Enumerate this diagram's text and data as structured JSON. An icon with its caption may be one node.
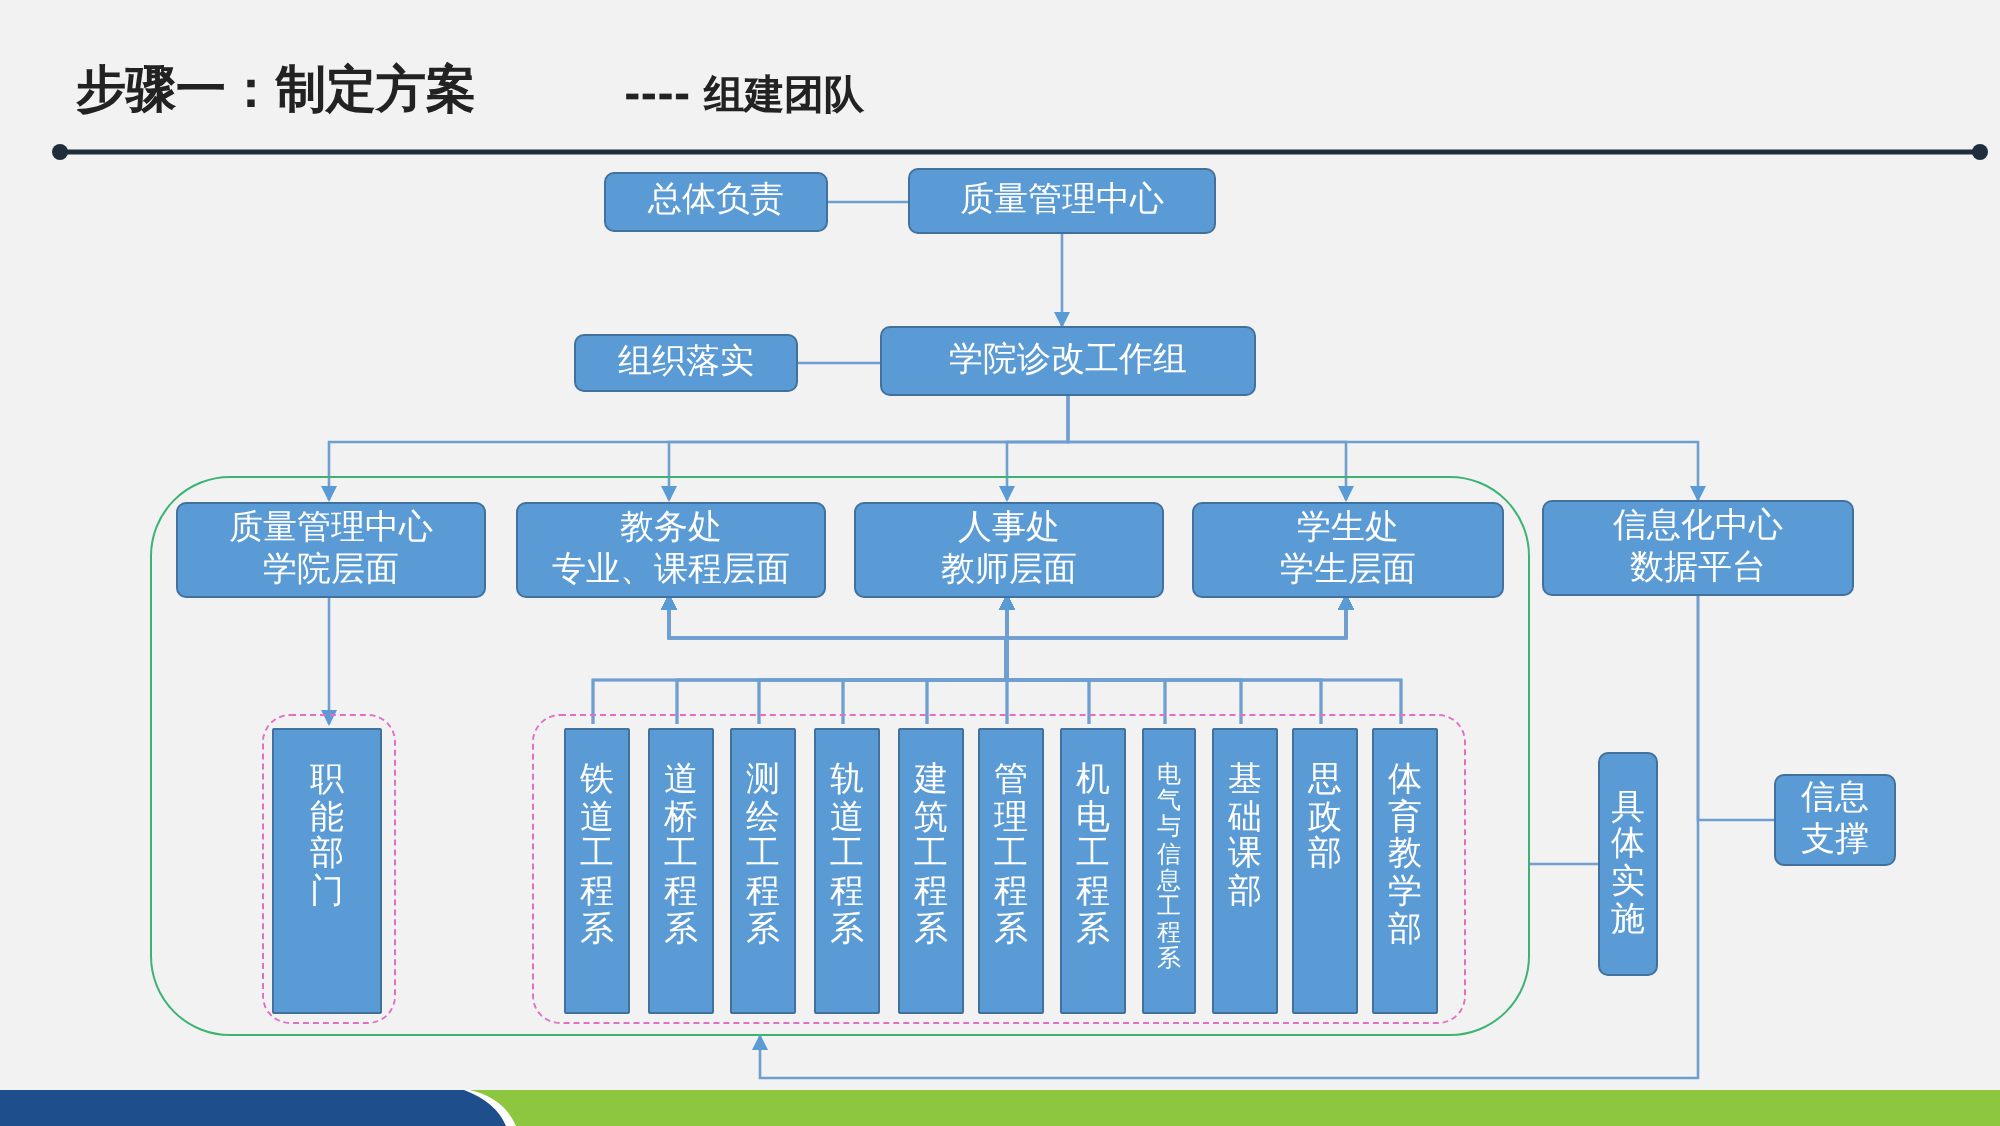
{
  "diagram": {
    "title": "步骤一：制定方案",
    "nodes": [
      {
        "text": [
          "总体负责"
        ]
      },
      {
        "text": [
          "质量管理中心"
        ]
      },
      {
        "text": [
          "组织落实"
        ]
      },
      {
        "text": [
          "学院诊改工作组"
        ]
      },
      {
        "text": [],
        "shape": "box"
      },
      {
        "text": [
          "质量管理中心",
          "学院层面"
        ],
        "in": 4
      },
      {
        "text": [
          "教务处",
          "专业、课程层面"
        ],
        "in": 4
      },
      {
        "text": [
          "人事处",
          "教师层面"
        ],
        "in": 4
      },
      {
        "text": [
          "学生处",
          "学生层面"
        ],
        "in": 4
      },
      {
        "text": [
          "信息化中心",
          "数据平台"
        ]
      },
      {
        "text": [],
        "shape": "box",
        "in": 4
      },
      {
        "text": [
          "职能部门"
        ],
        "in": 10
      },
      {
        "text": [],
        "shape": "box",
        "in": 4
      },
      {
        "text": [
          "铁道工程系"
        ],
        "in": 12
      },
      {
        "text": [
          "道桥工程系"
        ],
        "in": 12
      },
      {
        "text": [
          "测绘工程系"
        ],
        "in": 12
      },
      {
        "text": [
          "轨道工程系"
        ],
        "in": 12
      },
      {
        "text": [
          "建筑工程系"
        ],
        "in": 12
      },
      {
        "text": [
          "管理工程系"
        ],
        "in": 12
      },
      {
        "text": [
          "机电工程系"
        ],
        "in": 12
      },
      {
        "text": [
          "电气与信息工程系"
        ],
        "in": 12
      },
      {
        "text": [
          "基础课部"
        ],
        "in": 12
      },
      {
        "text": [
          "思政部"
        ],
        "in": 12
      },
      {
        "text": [
          "体育教学部"
        ],
        "in": 12
      },
      {
        "text": [
          "具体实施"
        ]
      },
      {
        "text": [
          "信息支撑"
        ]
      }
    ],
    "edges": [
      {
        "from": 0,
        "to": 1,
        "arrow": "none"
      },
      {
        "from": 1,
        "to": 3,
        "arrow": "to"
      },
      {
        "from": 2,
        "to": 3,
        "arrow": "none"
      },
      {
        "from": 3,
        "to": 5,
        "arrow": "to"
      },
      {
        "from": 3,
        "to": 6,
        "arrow": "to"
      },
      {
        "from": 3,
        "to": 7,
        "arrow": "to"
      },
      {
        "from": 3,
        "to": 8,
        "arrow": "to"
      },
      {
        "from": 3,
        "to": 9,
        "arrow": "to"
      },
      {
        "from": 5,
        "to": 11,
        "arrow": "to"
      },
      {
        "from": 13,
        "to": 6,
        "arrow": "to"
      },
      {
        "from": 13,
        "to": 7,
        "arrow": "to"
      },
      {
        "from": 13,
        "to": 8,
        "arrow": "to"
      },
      {
        "from": 14,
        "to": 6,
        "arrow": "to"
      },
      {
        "from": 14,
        "to": 7,
        "arrow": "to"
      },
      {
        "from": 14,
        "to": 8,
        "arrow": "to"
      },
      {
        "from": 15,
        "to": 6,
        "arrow": "to"
      },
      {
        "from": 15,
        "to": 7,
        "arrow": "to"
      },
      {
        "from": 15,
        "to": 8,
        "arrow": "to"
      },
      {
        "from": 16,
        "to": 6,
        "arrow": "to"
      },
      {
        "from": 16,
        "to": 7,
        "arrow": "to"
      },
      {
        "from": 16,
        "to": 8,
        "arrow": "to"
      },
      {
        "from": 17,
        "to": 6,
        "arrow": "to"
      },
      {
        "from": 17,
        "to": 7,
        "arrow": "to"
      },
      {
        "from": 17,
        "to": 8,
        "arrow": "to"
      },
      {
        "from": 18,
        "to": 6,
        "arrow": "to"
      },
      {
        "from": 18,
        "to": 7,
        "arrow": "to"
      },
      {
        "from": 18,
        "to": 8,
        "arrow": "to"
      },
      {
        "from": 19,
        "to": 6,
        "arrow": "to"
      },
      {
        "from": 19,
        "to": 7,
        "arrow": "to"
      },
      {
        "from": 19,
        "to": 8,
        "arrow": "to"
      },
      {
        "from": 20,
        "to": 6,
        "arrow": "to"
      },
      {
        "from": 20,
        "to": 7,
        "arrow": "to"
      },
      {
        "from": 20,
        "to": 8,
        "arrow": "to"
      },
      {
        "from": 21,
        "to": 6,
        "arrow": "to"
      },
      {
        "from": 21,
        "to": 7,
        "arrow": "to"
      },
      {
        "from": 21,
        "to": 8,
        "arrow": "to"
      },
      {
        "from": 22,
        "to": 6,
        "arrow": "to"
      },
      {
        "from": 22,
        "to": 7,
        "arrow": "to"
      },
      {
        "from": 22,
        "to": 8,
        "arrow": "to"
      },
      {
        "from": 23,
        "to": 6,
        "arrow": "to"
      },
      {
        "from": 23,
        "to": 7,
        "arrow": "to"
      },
      {
        "from": 23,
        "to": 8,
        "arrow": "to"
      },
      {
        "from": 24,
        "to": 4,
        "arrow": "none"
      },
      {
        "from": 9,
        "to": 4,
        "arrow": "to"
      },
      {
        "from": 9,
        "to": 25,
        "arrow": "none"
      }
    ],
    "labels": [
      "---- 组建团队"
    ]
  }
}
